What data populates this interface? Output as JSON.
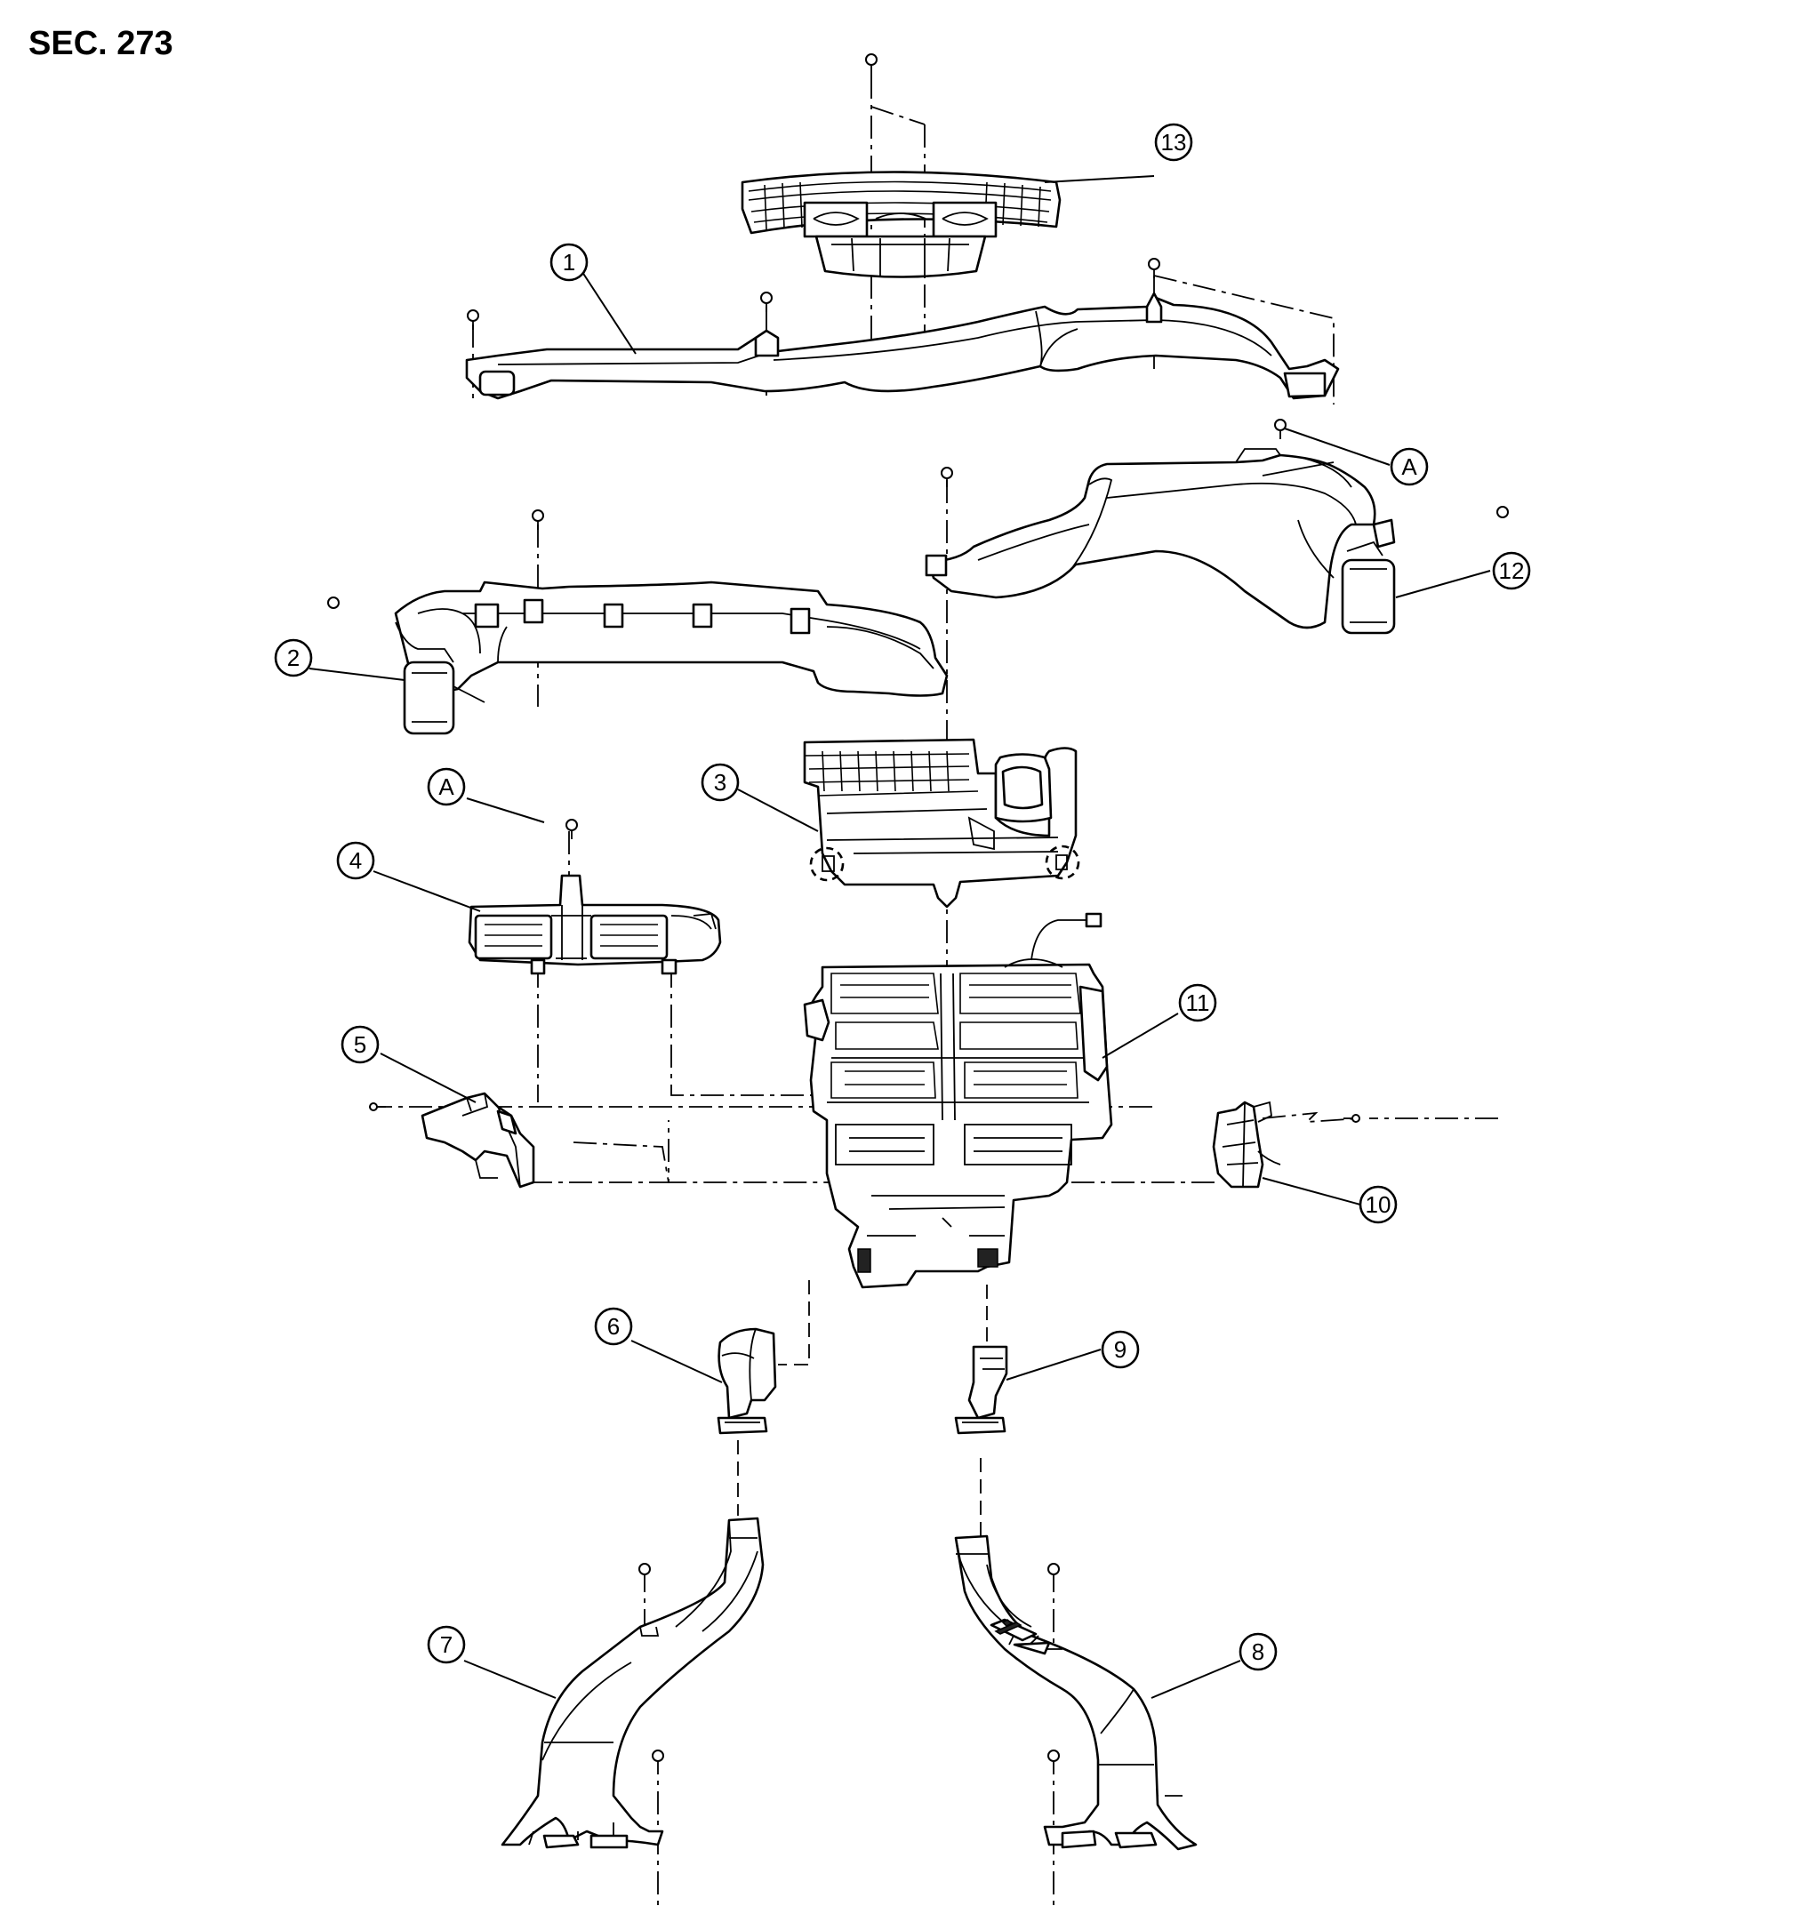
{
  "title": "SEC. 273",
  "callouts": {
    "c1": "1",
    "c2": "2",
    "c3": "3",
    "c4": "4",
    "c5": "5",
    "c6": "6",
    "c7": "7",
    "c8": "8",
    "c9": "9",
    "c10": "10",
    "c11": "11",
    "c12": "12",
    "c13": "13",
    "ref_a_right": "A",
    "ref_a_left": "A"
  }
}
